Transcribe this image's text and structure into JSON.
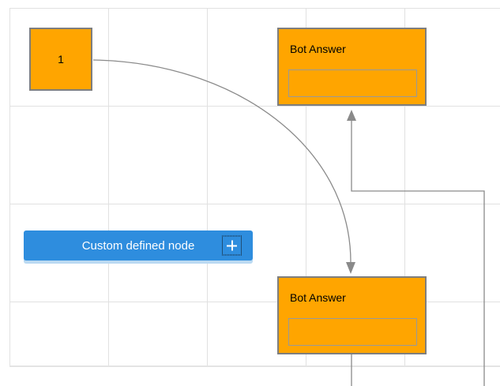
{
  "canvas": {
    "background": "#FFFFFF",
    "grid_color": "#E1E1E1"
  },
  "colors": {
    "node_fill": "#FFA500",
    "node_border": "#7E7E7E",
    "accent_blue": "#2E8DDE",
    "connector": "#8A8A8A"
  },
  "nodes": {
    "start": {
      "label": "1"
    },
    "bot_answer_top": {
      "title": "Bot Answer",
      "input_value": ""
    },
    "bot_answer_bottom": {
      "title": "Bot Answer",
      "input_value": ""
    },
    "custom_defined": {
      "label": "Custom defined node",
      "icon": "add-icon"
    }
  }
}
